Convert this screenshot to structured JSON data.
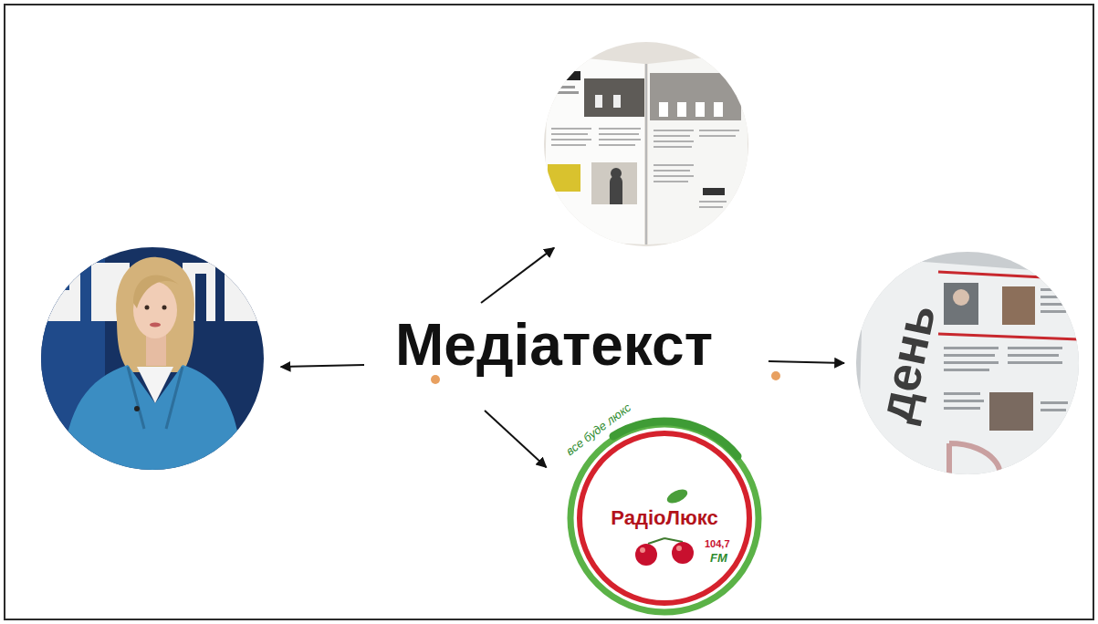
{
  "diagram": {
    "nodes": [
      {
        "text": []
      },
      {
        "text": []
      },
      {
        "text": [
          "Медіатекст"
        ]
      },
      {
        "text": [
          "день"
        ]
      },
      {
        "text": [
          "все буде люкс",
          "РадіоЛюкс",
          "104,7",
          "FM"
        ]
      }
    ],
    "edges": [
      {
        "from": 2,
        "to": 0,
        "arrow": "to"
      },
      {
        "from": 2,
        "to": 1,
        "arrow": "to"
      },
      {
        "from": 2,
        "to": 3,
        "arrow": "to"
      },
      {
        "from": 2,
        "to": 4,
        "arrow": "to"
      }
    ]
  }
}
